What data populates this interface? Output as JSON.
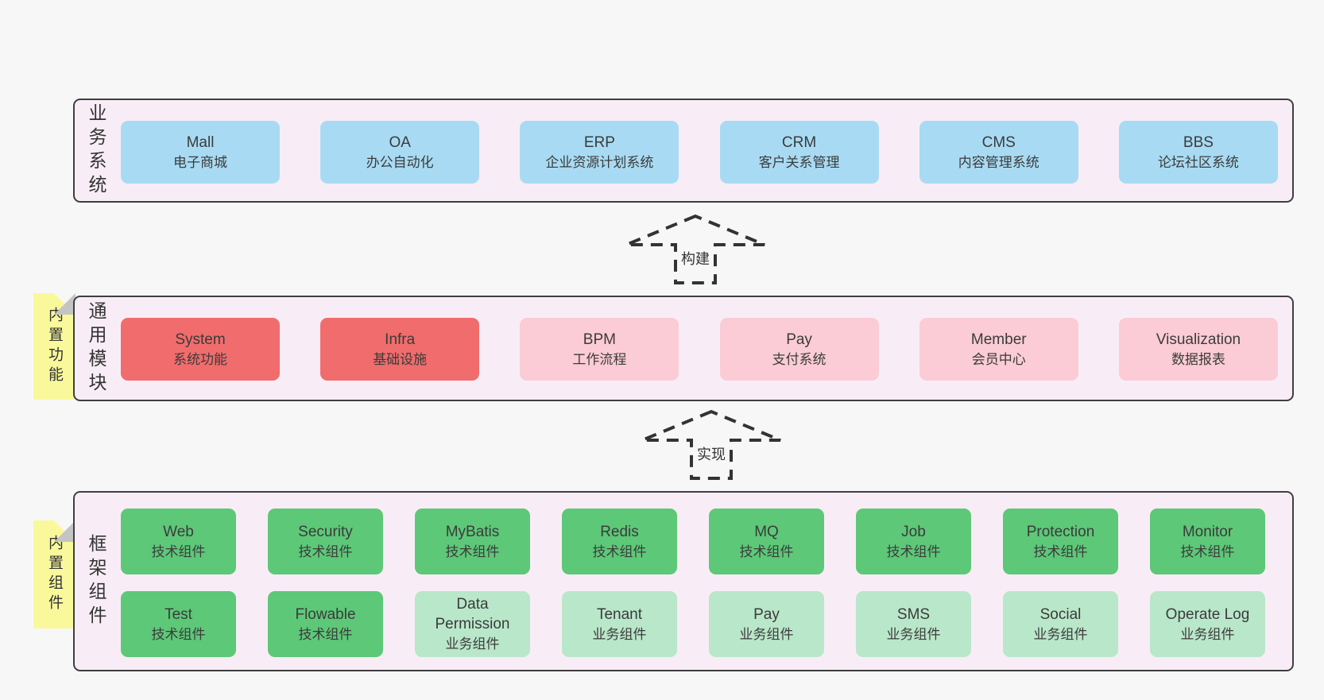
{
  "sections": [
    {
      "id": "business-systems",
      "label": "业务系统",
      "boxes": [
        {
          "title": "Mall",
          "subtitle": "电子商城"
        },
        {
          "title": "OA",
          "subtitle": "办公自动化"
        },
        {
          "title": "ERP",
          "subtitle": "企业资源计划系统"
        },
        {
          "title": "CRM",
          "subtitle": "客户关系管理"
        },
        {
          "title": "CMS",
          "subtitle": "内容管理系统"
        },
        {
          "title": "BBS",
          "subtitle": "论坛社区系统"
        }
      ]
    },
    {
      "id": "common-modules",
      "label": "通用模块",
      "tag": "内置功能",
      "boxes": [
        {
          "title": "System",
          "subtitle": "系统功能",
          "variant": "red"
        },
        {
          "title": "Infra",
          "subtitle": "基础设施",
          "variant": "red"
        },
        {
          "title": "BPM",
          "subtitle": "工作流程",
          "variant": "pink"
        },
        {
          "title": "Pay",
          "subtitle": "支付系统",
          "variant": "pink"
        },
        {
          "title": "Member",
          "subtitle": "会员中心",
          "variant": "pink"
        },
        {
          "title": "Visualization",
          "subtitle": "数据报表",
          "variant": "pink"
        }
      ]
    },
    {
      "id": "framework-components",
      "label": "框架组件",
      "tag": "内置组件",
      "boxes": [
        {
          "title": "Web",
          "subtitle": "技术组件",
          "variant": "green"
        },
        {
          "title": "Security",
          "subtitle": "技术组件",
          "variant": "green"
        },
        {
          "title": "MyBatis",
          "subtitle": "技术组件",
          "variant": "green"
        },
        {
          "title": "Redis",
          "subtitle": "技术组件",
          "variant": "green"
        },
        {
          "title": "MQ",
          "subtitle": "技术组件",
          "variant": "green"
        },
        {
          "title": "Job",
          "subtitle": "技术组件",
          "variant": "green"
        },
        {
          "title": "Protection",
          "subtitle": "技术组件",
          "variant": "green"
        },
        {
          "title": "Monitor",
          "subtitle": "技术组件",
          "variant": "green"
        },
        {
          "title": "Test",
          "subtitle": "技术组件",
          "variant": "green"
        },
        {
          "title": "Flowable",
          "subtitle": "技术组件",
          "variant": "green"
        },
        {
          "title": "Data Permission",
          "subtitle": "业务组件",
          "variant": "lightgreen"
        },
        {
          "title": "Tenant",
          "subtitle": "业务组件",
          "variant": "lightgreen"
        },
        {
          "title": "Pay",
          "subtitle": "业务组件",
          "variant": "lightgreen"
        },
        {
          "title": "SMS",
          "subtitle": "业务组件",
          "variant": "lightgreen"
        },
        {
          "title": "Social",
          "subtitle": "业务组件",
          "variant": "lightgreen"
        },
        {
          "title": "Operate Log",
          "subtitle": "业务组件",
          "variant": "lightgreen"
        }
      ]
    }
  ],
  "arrows": [
    {
      "label": "构建"
    },
    {
      "label": "实现"
    }
  ],
  "colors": {
    "page_background": "#f8f7f8",
    "section_background": "#f8edf6",
    "section_border": "#3f3f3f",
    "business_box": "#a8dbf3",
    "core_module_box": "#f16c6c",
    "optional_module_box": "#fbccd5",
    "tech_component_box": "#5dc878",
    "biz_component_box": "#b9e7c9",
    "sticky_tab": "#f9f99c",
    "sticky_fold": "#c4c4c4",
    "text": "#3b3b3b"
  }
}
